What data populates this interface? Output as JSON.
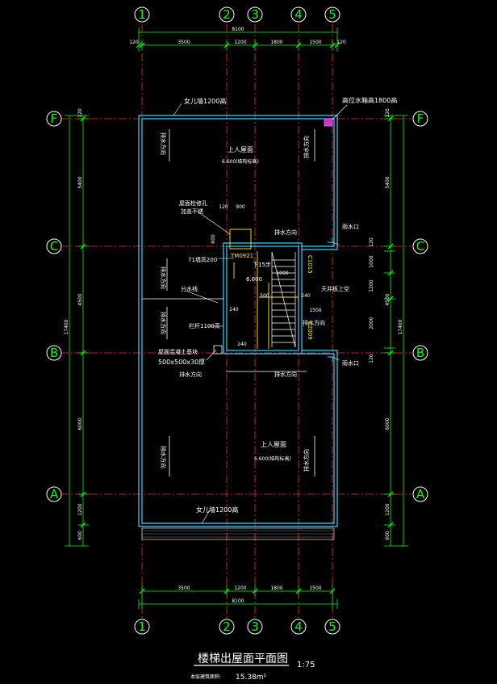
{
  "title": {
    "main": "楼梯出屋面平面图",
    "scale": "1:75",
    "area_label": "本层建筑面积:",
    "area_value": "15.38m²"
  },
  "grid": {
    "columns": [
      "1",
      "2",
      "3",
      "4",
      "5"
    ],
    "rows": [
      "F",
      "C",
      "B",
      "A"
    ]
  },
  "dimensions": {
    "top_total": "8100",
    "top_segments": [
      "120",
      "3500",
      "1200",
      "1800",
      "1500",
      "120"
    ],
    "bottom_total": "8100",
    "bottom_segments": [
      "3500",
      "1200",
      "1800",
      "1500"
    ],
    "left_total": "17400",
    "left_segments": [
      "120",
      "5400",
      "4500",
      "6000",
      "1200",
      "600"
    ],
    "right_total": "17400",
    "right_segments": [
      "120",
      "5400",
      "120",
      "1000",
      "1200",
      "2000",
      "120",
      "6000",
      "1200",
      "600"
    ],
    "stair_dims": [
      "120",
      "900",
      "600",
      "500",
      "1000",
      "240",
      "1500",
      "240",
      "240"
    ]
  },
  "labels": {
    "parapet_top": "女儿墙1200高",
    "parapet_bottom": "女儿墙1200高",
    "reservoir": "高位水箱高1800高",
    "roof_access_1": "上人屋面",
    "roof_elev_1": "6.600(结构标高)",
    "roof_access_2": "上人屋面",
    "roof_elev_2": "6.600(结构标高)",
    "drain_1": "排水方向",
    "drain_2": "排水方向",
    "drain_3": "排水方向",
    "drain_4": "排水方向",
    "drain_5": "排水方向",
    "drain_6": "排水方向",
    "drain_7": "排水方向",
    "drain_8": "排水方向",
    "drain_9": "排水方向",
    "drain_10": "排水方向",
    "window_note_1": "屋面检修孔",
    "window_note_2": "加盖不锈",
    "door": "TM0921",
    "wall": "71墙高200",
    "floor_elev": "6.600",
    "stair_down": "下15步",
    "window_top": "C1015",
    "window_bot": "C2009",
    "divider": "分水线",
    "rail": "栏杆1100高",
    "outlet_1": "雨水口",
    "outlet_2": "雨水口",
    "skylight": "天井板上空",
    "base_1": "屋面混凝土基块",
    "base_2": "500x500x30厚"
  }
}
